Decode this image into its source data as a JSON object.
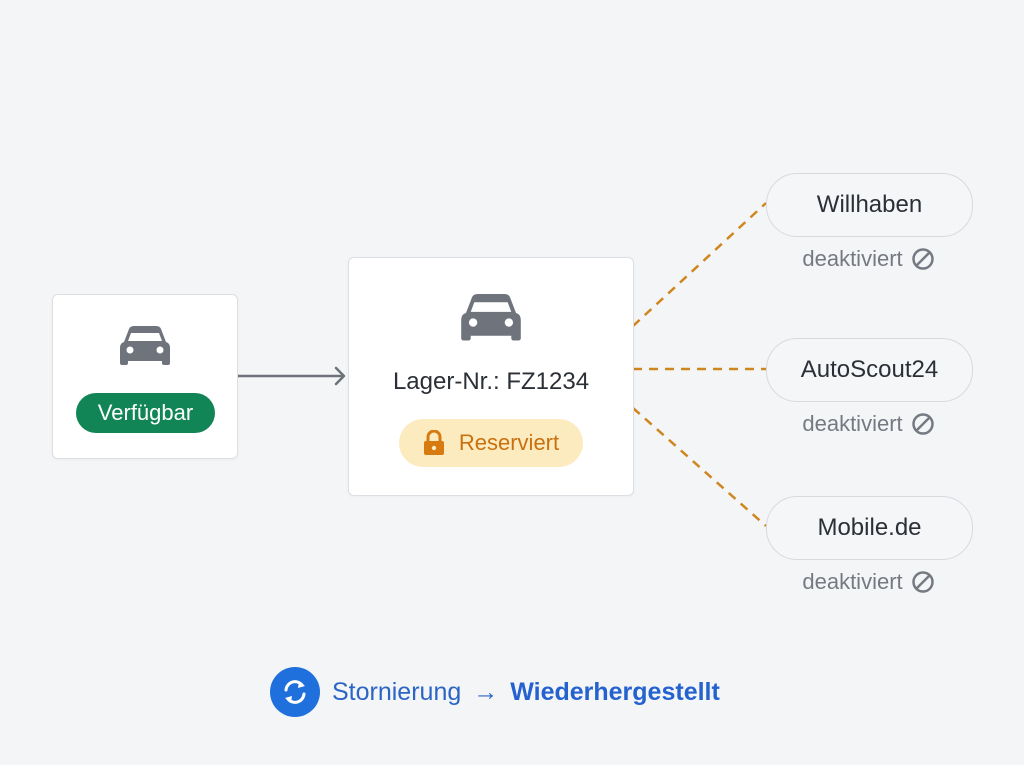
{
  "source": {
    "icon": "car-icon",
    "status_label": "Verfügbar",
    "status_color": "#128556"
  },
  "vehicle": {
    "icon": "car-icon",
    "stock_number": "Lager-Nr.: FZ1234",
    "status_icon": "lock-icon",
    "status_label": "Reserviert",
    "status_color": "#c9700f",
    "status_bg": "#fdebc0"
  },
  "platforms": [
    {
      "name": "Willhaben",
      "status": "deaktiviert",
      "status_icon": "blocked-icon"
    },
    {
      "name": "AutoScout24",
      "status": "deaktiviert",
      "status_icon": "blocked-icon"
    },
    {
      "name": "Mobile.de",
      "status": "deaktiviert",
      "status_icon": "blocked-icon"
    }
  ],
  "connector_color": "#d0861f",
  "footer": {
    "icon": "sync-icon",
    "from": "Stornierung",
    "arrow": "→",
    "to": "Wiederhergestellt",
    "accent": "#1f6fdc"
  }
}
